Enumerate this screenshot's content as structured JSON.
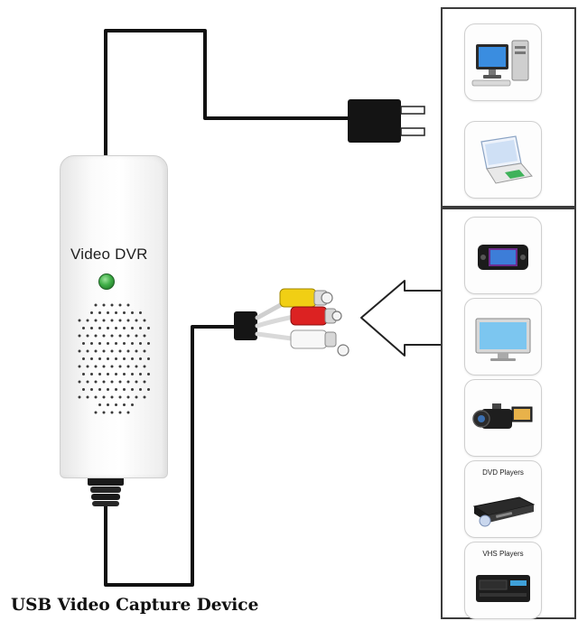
{
  "device": {
    "label": "Video DVR"
  },
  "panels": {
    "computers": [
      {
        "icon": "desktop-computer-icon"
      },
      {
        "icon": "laptop-icon"
      }
    ],
    "av_sources": [
      {
        "icon": "portable-media-player-icon"
      },
      {
        "icon": "television-icon"
      },
      {
        "icon": "camcorder-icon"
      },
      {
        "icon": "dvd-player-icon",
        "label": "DVD Players"
      },
      {
        "icon": "vhs-player-icon",
        "label": "VHS Players"
      }
    ]
  },
  "rca_colors": [
    "#f2d21b",
    "#ffffff",
    "#e02424"
  ],
  "caption": "USB Video Capture Device"
}
